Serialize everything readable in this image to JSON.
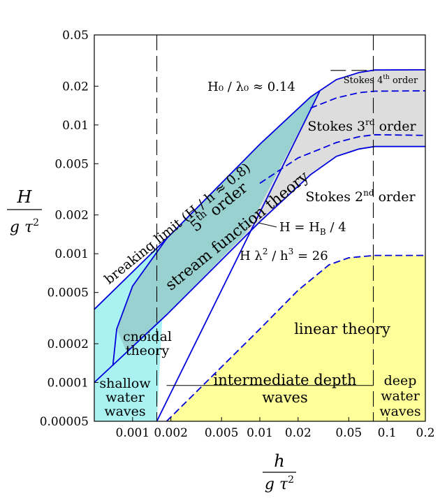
{
  "chart_data": {
    "type": "area",
    "title": "",
    "x_scale": "log",
    "y_scale": "log",
    "xlim": [
      0.0005,
      0.2
    ],
    "ylim": [
      5e-05,
      0.05
    ],
    "grid": false,
    "x_ticks": [
      {
        "value": 0.001,
        "label": "0.001"
      },
      {
        "value": 0.002,
        "label": "0.002"
      },
      {
        "value": 0.005,
        "label": "0.005"
      },
      {
        "value": 0.01,
        "label": "0.01"
      },
      {
        "value": 0.02,
        "label": "0.02"
      },
      {
        "value": 0.05,
        "label": "0.05"
      },
      {
        "value": 0.1,
        "label": "0.1"
      },
      {
        "value": 0.2,
        "label": "0.2"
      }
    ],
    "y_ticks": [
      {
        "value": 5e-05,
        "label": "0.00005"
      },
      {
        "value": 0.0001,
        "label": "0.0001"
      },
      {
        "value": 0.0002,
        "label": "0.0002"
      },
      {
        "value": 0.0005,
        "label": "0.0005"
      },
      {
        "value": 0.001,
        "label": "0.001"
      },
      {
        "value": 0.002,
        "label": "0.002"
      },
      {
        "value": 0.005,
        "label": "0.005"
      },
      {
        "value": 0.01,
        "label": "0.01"
      },
      {
        "value": 0.02,
        "label": "0.02"
      },
      {
        "value": 0.05,
        "label": "0.05"
      }
    ],
    "xlabel": {
      "num": "h",
      "den_g": "g",
      "den_tau": "τ",
      "den_exp": "2"
    },
    "ylabel": {
      "num": "H",
      "den_g": "g",
      "den_tau": "τ",
      "den_exp": "2"
    },
    "depth_limits": [
      0.00155,
      0.078
    ],
    "regions": {
      "shallow_1": "shallow",
      "shallow_2": "water",
      "shallow_3": "waves",
      "intermediate_1": "intermediate depth",
      "intermediate_2": "waves",
      "deep_1": "deep",
      "deep_2": "water",
      "deep_3": "waves",
      "linear": "linear theory",
      "cnoidal_1": "cnoidal",
      "cnoidal_2": "theory",
      "stream_1_main": "5",
      "stream_1_sup": "th",
      "stream_1_rest": " order",
      "stream_2": "stream function theory",
      "stokes2_main": "Stokes 2",
      "stokes2_sup": "nd",
      "stokes2_rest": " order",
      "stokes3_main": "Stokes 3",
      "stokes3_sup": "rd",
      "stokes3_rest": " order",
      "stokes4_main": "Stokes 4",
      "stokes4_sup": "th",
      "stokes4_rest": " order"
    },
    "annotations": {
      "steepness": "H₀ / λ₀ ≈ 0.14",
      "breaking": "breaking limit (H / h ≈ 0.8)",
      "hb4": "H = H",
      "hb4_sub": "B",
      "hb4_rest": " / 4",
      "ursell_a": "H λ",
      "ursell_b": "2",
      "ursell_c": " / h",
      "ursell_d": "3",
      "ursell_e": " = 26"
    },
    "colors": {
      "line": "#0000dd",
      "yellow": "#ffff99",
      "cyan": "#aaf2f2",
      "grey": "#dddddd",
      "overlap": "#99d0d0"
    },
    "curves": {
      "breaking_limit": [
        [
          0.0005,
          0.00037
        ],
        [
          0.00185,
          0.00131
        ],
        [
          0.01,
          0.00708
        ],
        [
          0.025,
          0.0165
        ],
        [
          0.04,
          0.0225
        ],
        [
          0.06,
          0.0255
        ],
        [
          0.08,
          0.0267
        ],
        [
          0.2,
          0.0268
        ]
      ],
      "hb_quarter": [
        [
          0.0005,
          0.0001
        ],
        [
          0.00185,
          0.000335
        ],
        [
          0.01,
          0.00177
        ],
        [
          0.025,
          0.0041
        ],
        [
          0.04,
          0.0057
        ],
        [
          0.06,
          0.0065
        ],
        [
          0.08,
          0.0068
        ],
        [
          0.2,
          0.0068
        ]
      ],
      "stokes_4th": [
        [
          0.025,
          0.0135
        ],
        [
          0.04,
          0.0162
        ],
        [
          0.06,
          0.0178
        ],
        [
          0.08,
          0.0183
        ],
        [
          0.2,
          0.0184
        ]
      ],
      "stokes_3rd": [
        [
          0.01,
          0.00352
        ],
        [
          0.02,
          0.00555
        ],
        [
          0.04,
          0.0073
        ],
        [
          0.06,
          0.0081
        ],
        [
          0.08,
          0.0084
        ],
        [
          0.2,
          0.0083
        ]
      ],
      "linear_limit": [
        [
          0.00185,
          5e-05
        ],
        [
          0.01,
          0.00026
        ],
        [
          0.02,
          0.00052
        ],
        [
          0.035,
          0.00082
        ],
        [
          0.05,
          0.00093
        ],
        [
          0.08,
          0.00097
        ],
        [
          0.2,
          0.00097
        ]
      ],
      "ursell_26": [
        [
          0.00155,
          5e-05
        ],
        [
          0.0295,
          0.0182
        ]
      ],
      "stream_fn_left": [
        [
          0.0007,
          0.000135
        ],
        [
          0.00075,
          0.00026
        ],
        [
          0.001,
          0.00056
        ],
        [
          0.00185,
          0.00131
        ]
      ],
      "steepness_limit": [
        [
          0.036,
          0.0265
        ],
        [
          0.07,
          0.0265
        ]
      ]
    }
  }
}
